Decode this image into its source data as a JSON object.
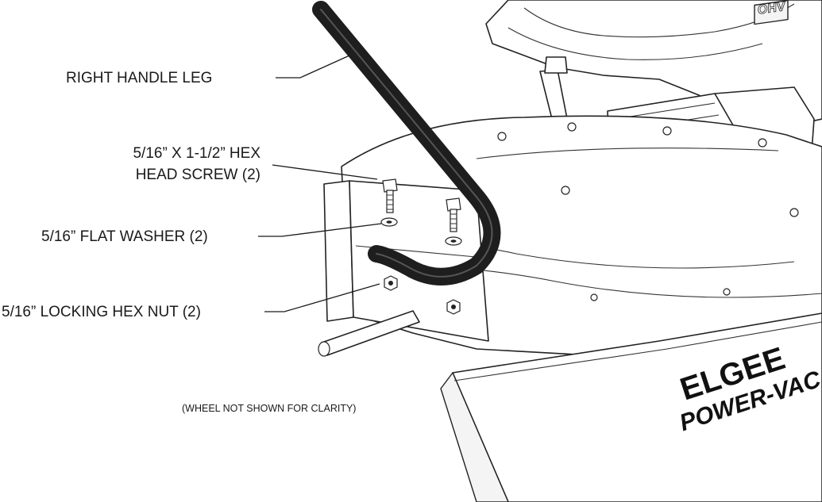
{
  "labels": {
    "right_handle_leg": "RIGHT HANDLE LEG",
    "hex_screw_line1": "5/16” X 1-1/2” HEX",
    "hex_screw_line2": "HEAD SCREW (2)",
    "flat_washer": "5/16” FLAT WASHER (2)",
    "locking_nut": "5/16” LOCKING HEX NUT (2)"
  },
  "note": "(WHEEL NOT SHOWN FOR CLARITY)",
  "engine_badge": "OHV",
  "logo": {
    "line1": "ELGEE",
    "line2": "POWER-VAC"
  },
  "colors": {
    "handle": "#1e1e1e",
    "outline": "#222222",
    "background": "#ffffff"
  }
}
